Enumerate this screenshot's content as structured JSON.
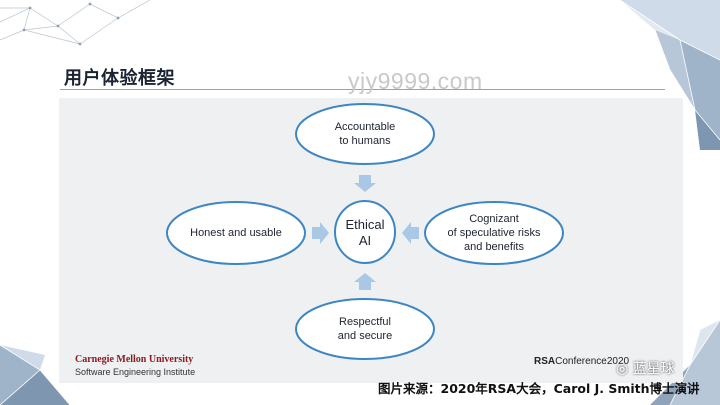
{
  "slide": {
    "title": "用户体验框架",
    "watermark": "yjy9999.com",
    "caption": "图片来源：2020年RSA大会，Carol J. Smith博士演讲",
    "wechat_tag": "蓝星球"
  },
  "diagram": {
    "center": {
      "line1": "Ethical",
      "line2": "AI"
    },
    "top": {
      "line1": "Accountable",
      "line2": "to humans"
    },
    "right": {
      "line1": "Cognizant",
      "line2": "of speculative risks",
      "line3": "and benefits"
    },
    "bottom": {
      "line1": "Respectful",
      "line2": "and secure"
    },
    "left": {
      "line1": "Honest and usable"
    }
  },
  "logos": {
    "cmu_name": "Carnegie Mellon University",
    "cmu_sub": "Software Engineering Institute",
    "rsa_bold": "RSA",
    "rsa_rest": "Conference2020"
  },
  "colors": {
    "ellipse_stroke": "#3d86c4",
    "arrow_fill": "#a8c8e6",
    "panel": "#eef0f1"
  }
}
